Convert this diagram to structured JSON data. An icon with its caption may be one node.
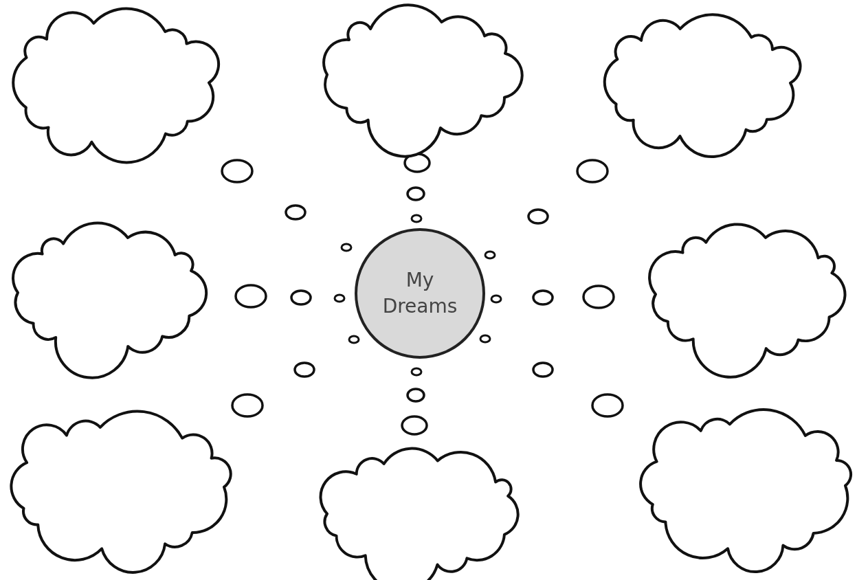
{
  "diagram": {
    "nodes": [
      {
        "text": [],
        "shape": "cloud"
      },
      {
        "text": [],
        "shape": "cloud"
      },
      {
        "text": [],
        "shape": "cloud"
      },
      {
        "text": [],
        "shape": "cloud"
      },
      {
        "text": [
          "My Dreams"
        ]
      },
      {
        "text": [],
        "shape": "cloud"
      },
      {
        "text": [],
        "shape": "cloud"
      },
      {
        "text": [],
        "shape": "cloud"
      },
      {
        "text": [],
        "shape": "cloud"
      }
    ]
  }
}
